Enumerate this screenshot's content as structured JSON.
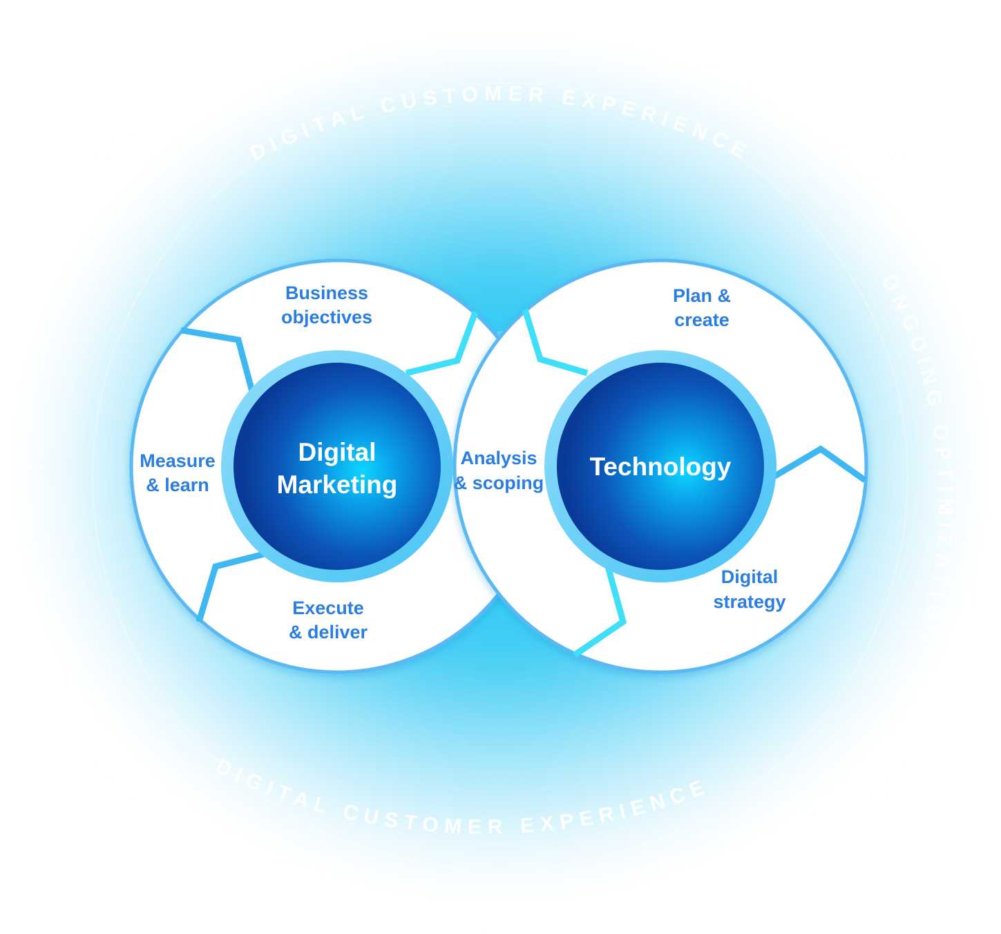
{
  "diagram": {
    "left_hub": {
      "line1": "Digital",
      "line2": "Marketing"
    },
    "right_hub": {
      "line1": "Technology"
    },
    "stages": {
      "business_objectives": {
        "line1": "Business",
        "line2": "objectives"
      },
      "measure_learn": {
        "line1": "Measure",
        "line2": "& learn"
      },
      "execute_deliver": {
        "line1": "Execute",
        "line2": "& deliver"
      },
      "analysis_scoping": {
        "line1": "Analysis",
        "line2": "& scoping"
      },
      "plan_create": {
        "line1": "Plan &",
        "line2": "create"
      },
      "digital_strategy": {
        "line1": "Digital",
        "line2": "strategy"
      }
    },
    "outer_ring": {
      "top": "DIGITAL CUSTOMER EXPERIENCE",
      "right": "ONGOING OPTIMIZATION",
      "bottom": "DIGITAL CUSTOMER EXPERIENCE"
    },
    "colors": {
      "accent_text": "#2a7de1",
      "hub_dark": "#0a3a9a",
      "hub_light": "#0fd0ff",
      "glow": "#5fd3f7",
      "connector": "#3fb8f2"
    }
  }
}
